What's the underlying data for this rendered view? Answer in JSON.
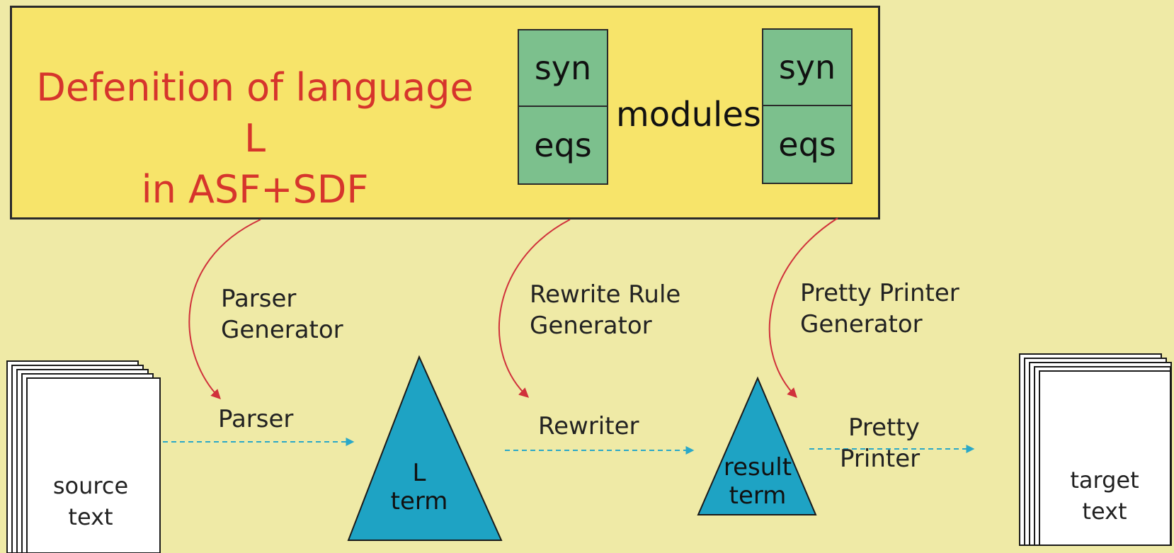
{
  "definition": {
    "title_line1": "Defenition of language L",
    "title_line2": "in ASF+SDF",
    "modules_label": "modules",
    "module1": {
      "top": "syn",
      "bottom": "eqs"
    },
    "module2": {
      "top": "syn",
      "bottom": "eqs"
    }
  },
  "generators": {
    "parser": {
      "line1": "Parser",
      "line2": "Generator"
    },
    "rewrite": {
      "line1": "Rewrite Rule",
      "line2": "Generator"
    },
    "pretty": {
      "line1": "Pretty Printer",
      "line2": "Generator"
    }
  },
  "tools": {
    "parser": "Parser",
    "rewriter": "Rewriter",
    "pretty_line1": "Pretty",
    "pretty_line2": "Printer"
  },
  "source_doc": {
    "line1": "source",
    "line2": "text"
  },
  "target_doc": {
    "line1": "target",
    "line2": "text"
  },
  "l_term": {
    "line1": "L",
    "line2": "term"
  },
  "result_term": {
    "line1": "result",
    "line2": "term"
  },
  "colors": {
    "background": "#efeaa6",
    "definition_box": "#f7e46a",
    "title": "#d6352c",
    "module": "#7cc08d",
    "triangle": "#1ea3c4",
    "generator_arrow": "#d0313b",
    "flow_arrow": "#2aa8c8"
  }
}
